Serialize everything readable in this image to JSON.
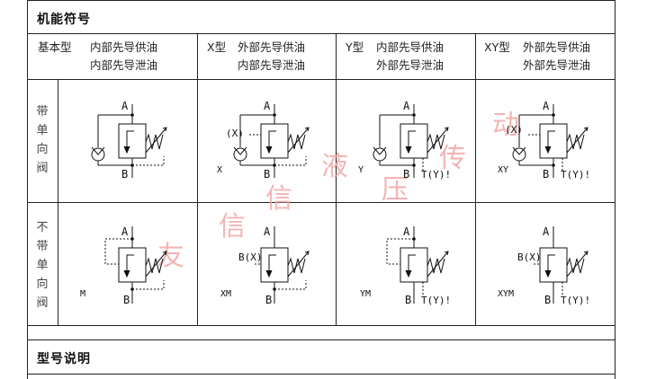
{
  "section_function": {
    "title": "机能符号"
  },
  "section_model": {
    "title": "型号说明"
  },
  "columns": [
    {
      "type": "基本型",
      "line1": "内部先导供油",
      "line2": "内部先导泄油"
    },
    {
      "type": "X型",
      "line1": "外部先导供油",
      "line2": "内部先导泄油"
    },
    {
      "type": "Y型",
      "line1": "内部先导供油",
      "line2": "外部先导泄油"
    },
    {
      "type": "XY型",
      "line1": "外部先导供油",
      "line2": "外部先导泄油"
    }
  ],
  "rows": [
    {
      "label": [
        "带",
        "单",
        "向",
        "阀"
      ]
    },
    {
      "label": [
        "不",
        "带",
        "单",
        "向",
        "阀"
      ]
    }
  ],
  "symbols": {
    "with_check": [
      {
        "code": "",
        "port_a": "A",
        "port_b": "B",
        "port_x": "",
        "port_t": ""
      },
      {
        "code": "X",
        "port_a": "A",
        "port_b": "B",
        "port_x": "(X)",
        "port_t": ""
      },
      {
        "code": "Y",
        "port_a": "A",
        "port_b": "B",
        "port_x": "",
        "port_t": "T(Y)!"
      },
      {
        "code": "XY",
        "port_a": "A",
        "port_b": "B",
        "port_x": "(X)",
        "port_t": "T(Y)!"
      }
    ],
    "without_check": [
      {
        "code": "M",
        "port_a": "A",
        "port_b": "B",
        "port_x": "",
        "port_t": ""
      },
      {
        "code": "XM",
        "port_a": "A",
        "port_b": "B",
        "port_x": "B(X)",
        "port_t": ""
      },
      {
        "code": "YM",
        "port_a": "A",
        "port_b": "B",
        "port_x": "",
        "port_t": "T(Y)!"
      },
      {
        "code": "XYM",
        "port_a": "A",
        "port_b": "B",
        "port_x": "B(X)",
        "port_t": "T(Y)!"
      }
    ]
  },
  "watermark": [
    "友",
    "信",
    "液",
    "压",
    "传",
    "动"
  ]
}
